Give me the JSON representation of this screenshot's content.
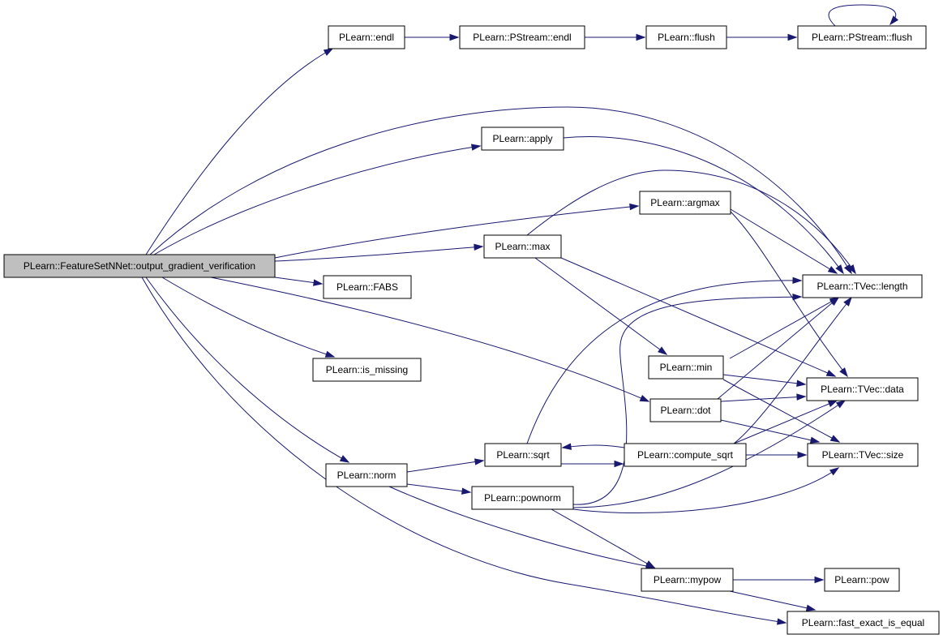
{
  "colors": {
    "edge": "#191970",
    "root_fill": "#bfbfbf",
    "node_fill": "#ffffff",
    "node_border": "#000000"
  },
  "nodes": [
    {
      "id": "root",
      "label": "PLearn::FeatureSetNNet::output_gradient_verification",
      "root": true
    },
    {
      "id": "endl",
      "label": "PLearn::endl"
    },
    {
      "id": "pstream_endl",
      "label": "PLearn::PStream::endl"
    },
    {
      "id": "flush",
      "label": "PLearn::flush"
    },
    {
      "id": "pstream_flush",
      "label": "PLearn::PStream::flush"
    },
    {
      "id": "apply",
      "label": "PLearn::apply"
    },
    {
      "id": "argmax",
      "label": "PLearn::argmax"
    },
    {
      "id": "max",
      "label": "PLearn::max"
    },
    {
      "id": "length",
      "label": "PLearn::TVec::length"
    },
    {
      "id": "fabs",
      "label": "PLearn::FABS"
    },
    {
      "id": "is_missing",
      "label": "PLearn::is_missing"
    },
    {
      "id": "min",
      "label": "PLearn::min"
    },
    {
      "id": "dot",
      "label": "PLearn::dot"
    },
    {
      "id": "data",
      "label": "PLearn::TVec::data"
    },
    {
      "id": "sqrt",
      "label": "PLearn::sqrt"
    },
    {
      "id": "compute_sqrt",
      "label": "PLearn::compute_sqrt"
    },
    {
      "id": "size",
      "label": "PLearn::TVec::size"
    },
    {
      "id": "norm",
      "label": "PLearn::norm"
    },
    {
      "id": "pownorm",
      "label": "PLearn::pownorm"
    },
    {
      "id": "mypow",
      "label": "PLearn::mypow"
    },
    {
      "id": "pow",
      "label": "PLearn::pow"
    },
    {
      "id": "fast_exact",
      "label": "PLearn::fast_exact_is_equal"
    }
  ],
  "edges": [
    {
      "from": "root",
      "to": "endl"
    },
    {
      "from": "root",
      "to": "length"
    },
    {
      "from": "root",
      "to": "apply"
    },
    {
      "from": "root",
      "to": "argmax"
    },
    {
      "from": "root",
      "to": "max"
    },
    {
      "from": "root",
      "to": "fabs"
    },
    {
      "from": "root",
      "to": "is_missing"
    },
    {
      "from": "root",
      "to": "dot"
    },
    {
      "from": "root",
      "to": "norm"
    },
    {
      "from": "root",
      "to": "fast_exact"
    },
    {
      "from": "endl",
      "to": "pstream_endl"
    },
    {
      "from": "pstream_endl",
      "to": "flush"
    },
    {
      "from": "flush",
      "to": "pstream_flush"
    },
    {
      "from": "pstream_flush",
      "to": "pstream_flush"
    },
    {
      "from": "apply",
      "to": "length"
    },
    {
      "from": "argmax",
      "to": "length"
    },
    {
      "from": "argmax",
      "to": "data"
    },
    {
      "from": "max",
      "to": "length"
    },
    {
      "from": "max",
      "to": "min"
    },
    {
      "from": "max",
      "to": "data"
    },
    {
      "from": "min",
      "to": "length"
    },
    {
      "from": "min",
      "to": "data"
    },
    {
      "from": "min",
      "to": "size"
    },
    {
      "from": "dot",
      "to": "length"
    },
    {
      "from": "dot",
      "to": "data"
    },
    {
      "from": "dot",
      "to": "size"
    },
    {
      "from": "sqrt",
      "to": "length"
    },
    {
      "from": "sqrt",
      "to": "compute_sqrt"
    },
    {
      "from": "compute_sqrt",
      "to": "sqrt"
    },
    {
      "from": "compute_sqrt",
      "to": "length"
    },
    {
      "from": "compute_sqrt",
      "to": "data"
    },
    {
      "from": "compute_sqrt",
      "to": "size"
    },
    {
      "from": "norm",
      "to": "sqrt"
    },
    {
      "from": "norm",
      "to": "pownorm"
    },
    {
      "from": "norm",
      "to": "mypow"
    },
    {
      "from": "pownorm",
      "to": "length"
    },
    {
      "from": "pownorm",
      "to": "data"
    },
    {
      "from": "pownorm",
      "to": "size"
    },
    {
      "from": "pownorm",
      "to": "mypow"
    },
    {
      "from": "mypow",
      "to": "pow"
    },
    {
      "from": "mypow",
      "to": "fast_exact"
    }
  ]
}
